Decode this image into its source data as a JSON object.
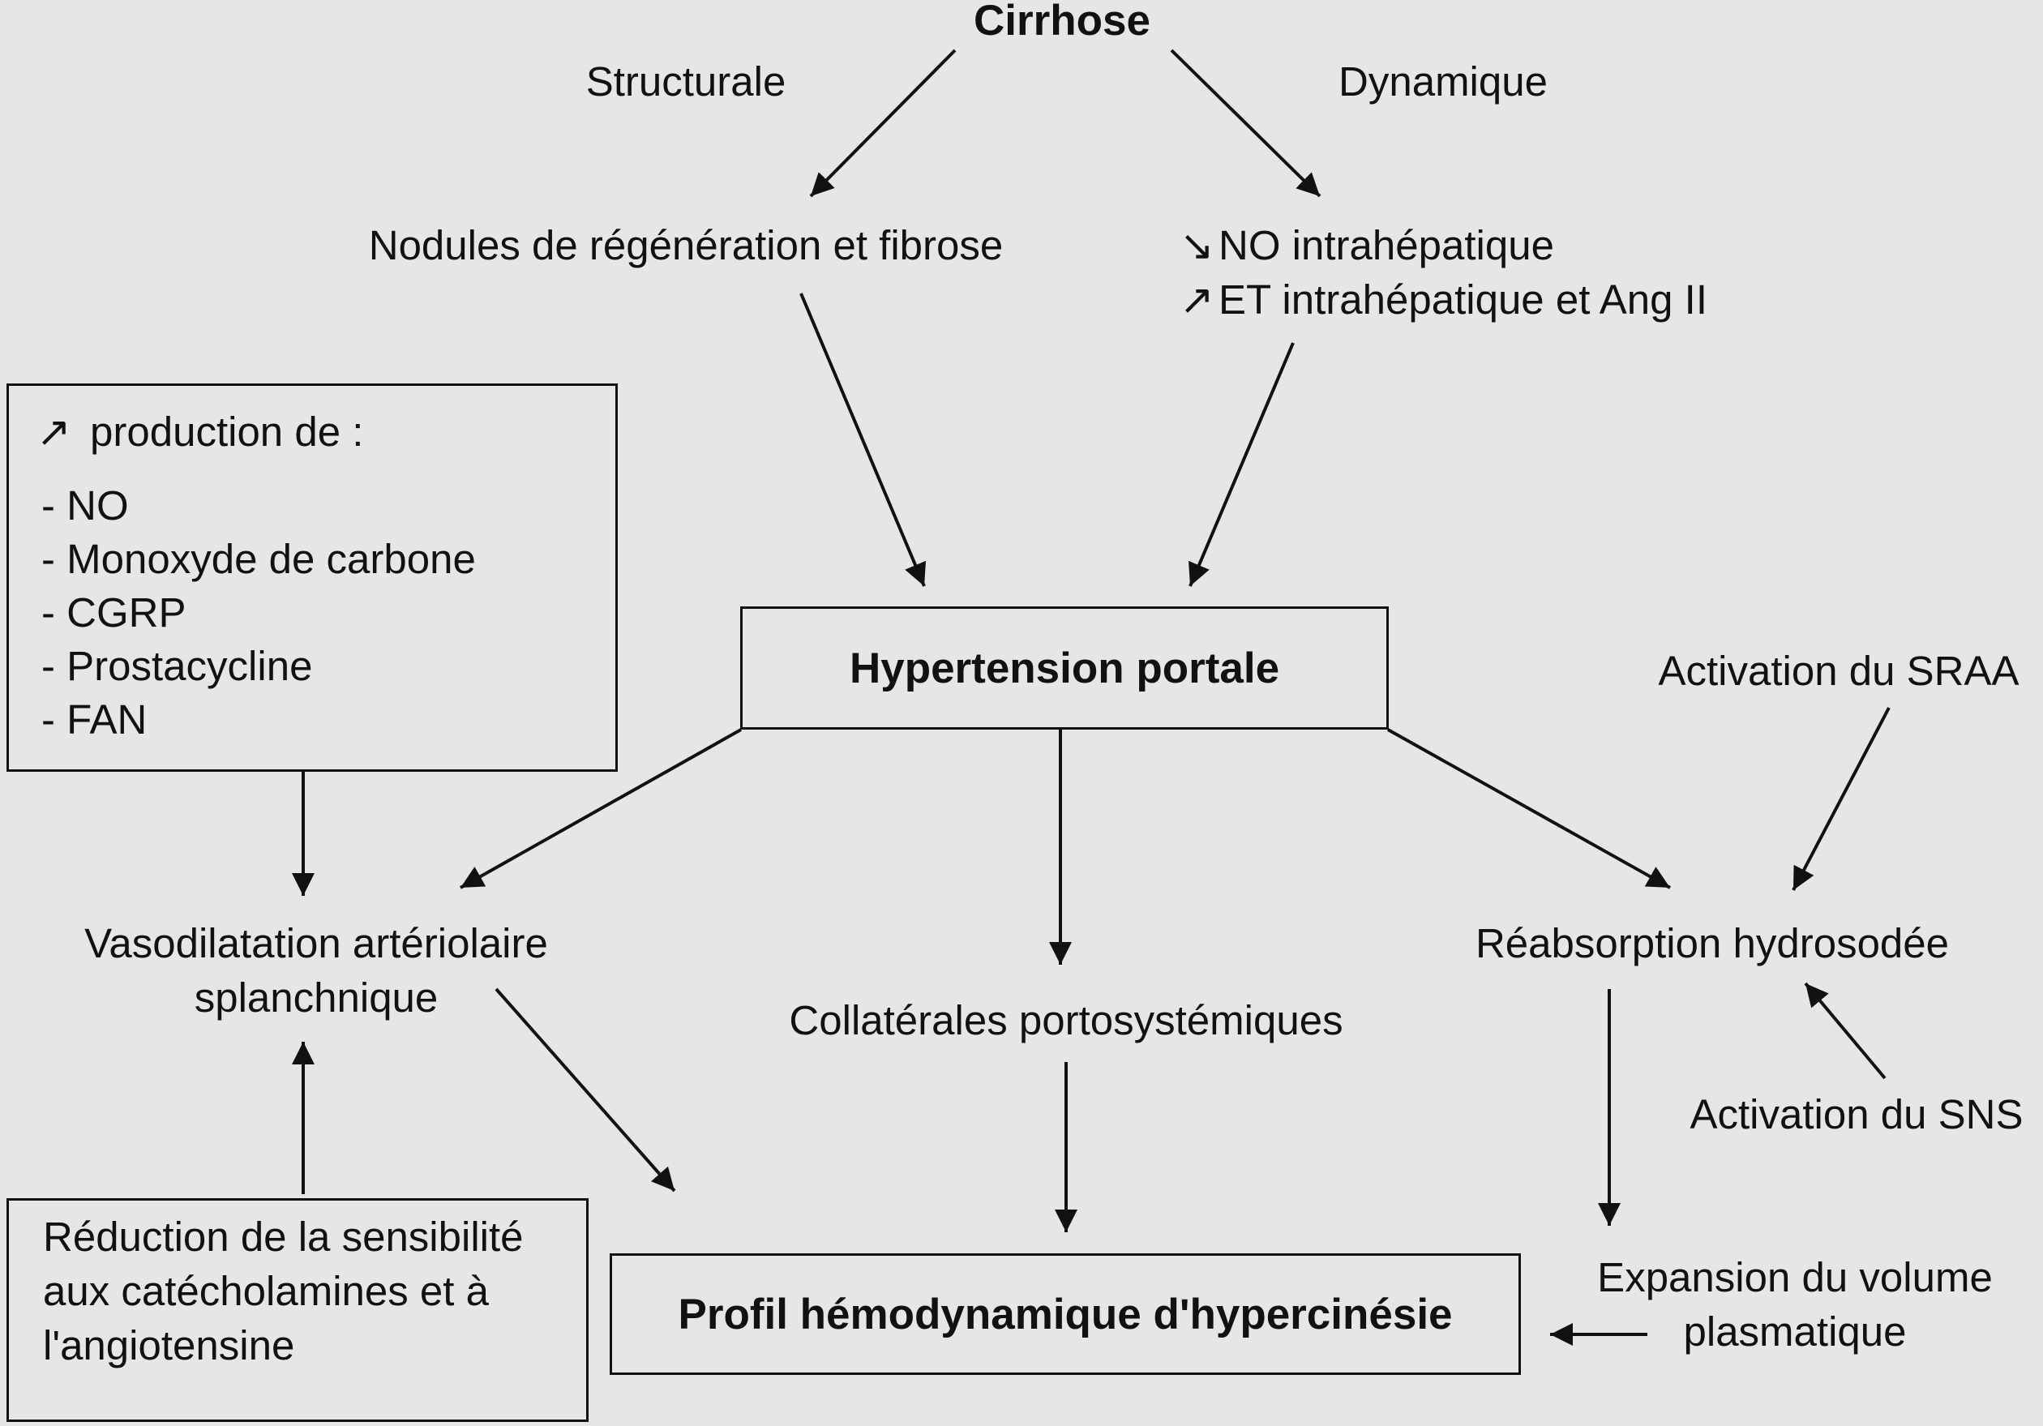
{
  "diagram": {
    "root": {
      "label": "Cirrhose"
    },
    "branch_labels": {
      "structural": "Structurale",
      "dynamic": "Dynamique"
    },
    "structural_node": {
      "label": "Nodules de régénération et fibrose"
    },
    "dynamic_node": {
      "lines": [
        {
          "glyph": "↘",
          "text": "NO intrahépatique"
        },
        {
          "glyph": "↗",
          "text": "ET intrahépatique et Ang II"
        }
      ]
    },
    "portal_hypertension": {
      "label": "Hypertension portale"
    },
    "production_box": {
      "glyph": "↗",
      "heading": "production de :",
      "items": [
        "- NO",
        "- Monoxyde de carbone",
        "- CGRP",
        "- Prostacycline",
        "- FAN"
      ]
    },
    "vasodilatation": {
      "line1": "Vasodilatation artériolaire",
      "line2": "splanchnique"
    },
    "collaterals": {
      "label": "Collatérales portosystémiques"
    },
    "sodium_reabsorption": {
      "label": "Réabsorption hydrosodée"
    },
    "sraa": {
      "label": "Activation du SRAA"
    },
    "sns": {
      "label": "Activation du SNS"
    },
    "plasma_expansion": {
      "line1": "Expansion du volume",
      "line2": "plasmatique"
    },
    "sensitivity_box": {
      "line1": "Réduction de la sensibilité",
      "line2": "aux catécholamines et à",
      "line3": "l'angiotensine"
    },
    "hyperkinetic_profile": {
      "label": "Profil hémodynamique d'hypercinésie"
    }
  },
  "colors": {
    "background": "#e6e6e6",
    "ink": "#111111"
  }
}
